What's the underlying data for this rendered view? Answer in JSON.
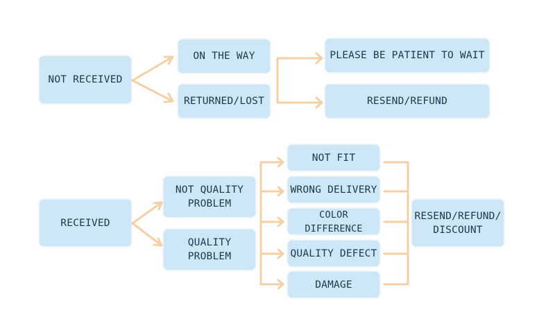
{
  "colors": {
    "node_fill": "#cde7f7",
    "node_text": "#1e3552",
    "connector": "#f5cfa6"
  },
  "top_flow": {
    "root": "NOT RECEIVED",
    "branches": {
      "on_the_way": "ON THE WAY",
      "returned_lost": "RETURNED/LOST"
    },
    "outcomes": {
      "wait": "PLEASE BE PATIENT TO WAIT",
      "resend_refund": "RESEND/REFUND"
    }
  },
  "bottom_flow": {
    "root": "RECEIVED",
    "branches": {
      "not_quality": "NOT QUALITY\nPROBLEM",
      "quality": "QUALITY\nPROBLEM"
    },
    "issues": {
      "not_fit": "NOT FIT",
      "wrong_delivery": "WRONG DELIVERY",
      "color_difference": "COLOR DIFFERENCE",
      "quality_defect": "QUALITY DEFECT",
      "damage": "DAMAGE"
    },
    "outcome": "RESEND/REFUND/\nDISCOUNT"
  }
}
